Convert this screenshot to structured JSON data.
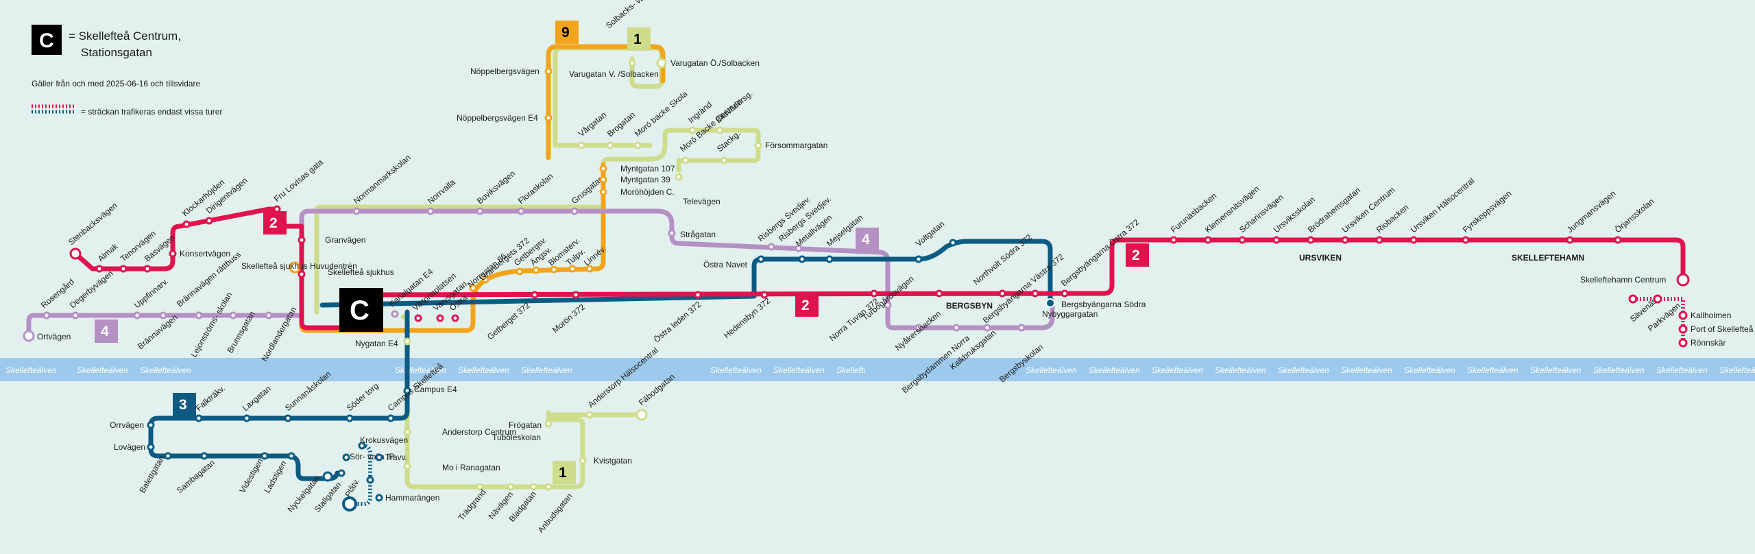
{
  "colors": {
    "background": "#e2f1ee",
    "river": "#9cc9ec",
    "line_2": "#e0134e",
    "line_3": "#0d5b83",
    "line_4": "#b590c4",
    "line_1": "#cedd8c",
    "line_9": "#f2a41b",
    "central": "#000000"
  },
  "legend": {
    "central_symbol": "C",
    "central_title_line1": "= Skellefteå Centrum,",
    "central_title_line2": "Stationsgatan",
    "valid_from": "Gäller från och med 2025-06-16 och tillsvidare",
    "partial_note": "= sträckan trafikeras endast vissa turer"
  },
  "river": {
    "label": "Skellefteälven",
    "truncated": "Skelleftı"
  },
  "areas": {
    "bergsbyn": "BERGSBYN",
    "ursviken": "URSVIKEN",
    "skelleftehamn": "SKELLEFTEHAMN"
  },
  "lines": {
    "l2": "2",
    "l3": "3",
    "l4": "4",
    "l1": "1",
    "l9": "9"
  },
  "stops": {
    "stenbacksvagen": "Stenbacksvägen",
    "almak": "Almak",
    "tenorvagen": "Tenorvägen",
    "basvagen": "Basvägen",
    "klockarhojden": "Klockarhöjden",
    "dirigentvagen": "Dirigentvägen",
    "fru_lovisas": "Fru Lovisas gata",
    "konsertvagen": "Konsertvägen",
    "granvagen": "Granvägen",
    "sjukhus_huvud": "Skellefteå sjukhus Huvudentrén",
    "sjukhus": "Skellefteå sjukhus",
    "normanmarkskolan": "Normanmarkskolan",
    "norrvalla": "Norrvalla",
    "boviksvagen": "Boviksvägen",
    "floraskolan": "Floraskolan",
    "grusgatan": "Grusgatan",
    "myntgatan107": "Myntgatan 107",
    "myntgatan39": "Myntgatan 39",
    "morohojden": "Moröhöjden C.",
    "televagen": "Televägen",
    "stragatan": "Strågatan",
    "rosengard": "Rosengård",
    "degerbyvagen": "Degerbyvägen",
    "uppfinnarv": "Uppfinnarv.",
    "brannavagen": "Brännavägen",
    "brannavagen_rattbuss": "Brännavägen rättbuss",
    "lejonstroms": "Lejonströms- skolan",
    "brunnsgatan": "Brunnsgatan",
    "nordlandergatan": "Nordlandergatan",
    "ortvagen": "Ortvägen",
    "kanalgatan": "Kanalgatan E4",
    "viktoriaplatsen": "Viktoriaplatsen",
    "varvsgatan": "Varvsgatan",
    "ostra": "Östra",
    "norrgatan86": "Norrgatan 86",
    "granbergets372": "Granbergets 372",
    "getbergsv": "Getbergsv.",
    "angsv": "Ängsv.",
    "blomsterv": "Blomsterv.",
    "tulpanv": "Tulpv.",
    "linnev": "Linnév.",
    "getberget372": "Getberget 372",
    "moron372": "Morön 372",
    "ostra_leden372": "Östra leden 372",
    "hedensbyn372": "Hedensbyn 372",
    "ostra_navet": "Östra Navet",
    "risbergs_svedjev1": "Risbergs Svedjev.",
    "risbergs_svedjev2": "Risbergs Svedjev.",
    "metallvagen": "Metallvägen",
    "mejselgatan": "Mejselgatan",
    "voltgatan": "Voltgatan",
    "norra_tuvan372": "Norra Tuvan 372",
    "turbogardsvagen": "Turbogårdsvägen",
    "nyakersbacken": "Nyåkersbacken",
    "northvolt_sodra": "Northvolt Södra 372",
    "bergsbyangarna_vastra": "Bergsbyängarna Västra 372",
    "bergsbyangarna_ostra": "Bergsbyängarna Östra 372",
    "bergsbyangarna_sodra": "Bergsbyängarna Södra",
    "nybyggargatan": "Nybyggargatan",
    "bergsbydammen": "Bergsbydammen Norra",
    "kalkbruksgatan": "Kalkbruksgatan",
    "bergsbyskolan": "Bergsbyskolan",
    "furunasbacken": "Furunäsbacken",
    "klemensnasvagen": "Klemensnäsvägen",
    "scharinsvagen": "Scharinsvägen",
    "ursviksskolan": "Ursviksskolan",
    "brodrahemsgatan": "Brödrahemsgatan",
    "ursviken_centrum": "Ursviken Centrum",
    "riobacken": "Riobacken",
    "ursviken_halsocentral": "Ursviken Hälsocentral",
    "fyrskeppsvagen": "Fyrskeppsvägen",
    "jungmansvagen": "Jungmansvägen",
    "orjansskolan": "Örjansskolan",
    "skelleftehamn_centrum": "Skelleftehamn Centrum",
    "kallholmen": "Kallholmen",
    "port": "Port of Skellefteå",
    "ronnskar": "Rönnskär",
    "savenas": "Sävenäs",
    "parkvagen": "Parkvägen",
    "nyppelbergsvagen": "Nöppelbergsvägen",
    "nyppelbergsvagen_e4": "Nöppelbergsvägen E4",
    "solbacksvagen": "Solbacks- vägen",
    "varugatan_v": "Varugatan V. /Solbacken",
    "varugatan_o": "Varugatan Ö./Solbacken",
    "vargatan": "Vårgatan",
    "brogatan": "Brogatan",
    "moro_backe_skola": "Morö backe Skola",
    "ingrand": "Ingränd",
    "blidvadersg": "Blidvädersg.",
    "moro_backe_centrum": "Morö Backe Centrum",
    "stackg": "Stackg.",
    "forsommargatan": "Försommargatan",
    "nygatan_e4": "Nygatan E4",
    "campus_e4": "Campus E4",
    "campus_skelleftea": "Campus Skellefteå",
    "soder_torg": "Söder torg",
    "sunnanaskolan": "Sunnanåskolan",
    "laxgatan": "Laxgatan",
    "falktrakv": "Falkträkv.",
    "orrvagen": "Orrvägen",
    "lovagen": "Lovägen",
    "balettgatan": "Balettgatan",
    "sambagatan": "Sambagatan",
    "videstigen": "Videstigen",
    "ladstigen": "Ladstigen",
    "nyckelgatan": "Nyckelgatan",
    "stallgatan": "Stallgatan",
    "krokusvagen": "Krokusvägen",
    "sorvalla_ip": "Sör- valla IP",
    "travv": "Travv.",
    "platv": "Plåtv.",
    "hammarangen": "Hammarängen",
    "anderstorp_centrum": "Anderstorp Centrum",
    "mo_ranagatan": "Mo i Ranagatan",
    "tradgrand": "Trädgrand",
    "navagen": "Nävägen",
    "bladgatan": "Bladgatan",
    "anbudsgatan": "Anbudsgatan",
    "anderstorp_halsocentral": "Anderstorp Hälsocentral",
    "fabodgatan": "Fäbodgatan",
    "frogatan": "Frögatan",
    "tuboleskolan": "Tuböleskolan",
    "kvistgatan": "Kvistgatan"
  }
}
